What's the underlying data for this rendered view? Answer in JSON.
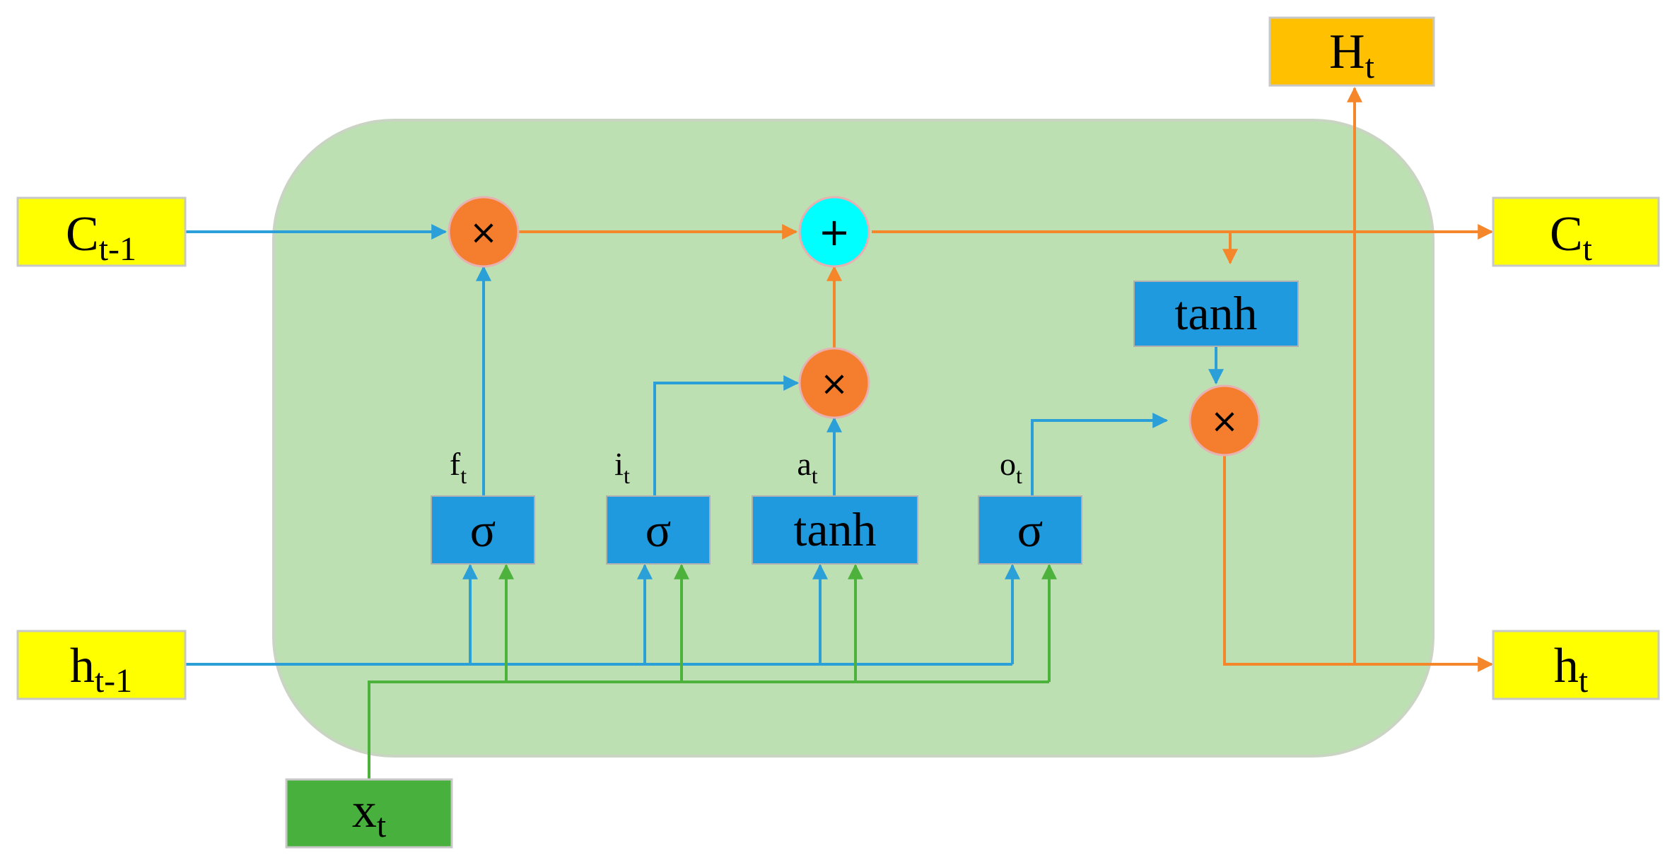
{
  "colors": {
    "cell_bg": "#bde0b3",
    "cell_border": "#c9d4c3",
    "blue_line": "#2a9fd8",
    "orange_line": "#f5862a",
    "green_line": "#4cb23c",
    "io_yellow": "#ffff00",
    "out_gold": "#ffc000",
    "x_green": "#48b13d",
    "gate_blue": "#1f9ade",
    "mult_orange": "#f47d2e",
    "add_cyan": "#00ffff"
  },
  "inputs": {
    "c_prev": {
      "main": "C",
      "sub": "t-1"
    },
    "h_prev": {
      "main": "h",
      "sub": "t-1"
    },
    "x": {
      "main": "x",
      "sub": "t"
    }
  },
  "outputs": {
    "c": {
      "main": "C",
      "sub": "t"
    },
    "h": {
      "main": "h",
      "sub": "t"
    },
    "H": {
      "main": "H",
      "sub": "t"
    }
  },
  "gates": {
    "forget": {
      "symbol": "σ",
      "label_main": "f",
      "label_sub": "t"
    },
    "input": {
      "symbol": "σ",
      "label_main": "i",
      "label_sub": "t"
    },
    "candidate": {
      "symbol": "tanh",
      "label_main": "a",
      "label_sub": "t"
    },
    "output": {
      "symbol": "σ",
      "label_main": "o",
      "label_sub": "t"
    },
    "cell_tanh": {
      "symbol": "tanh"
    }
  },
  "ops": {
    "mult_forget": "×",
    "add": "+",
    "mult_input": "×",
    "mult_output": "×"
  }
}
